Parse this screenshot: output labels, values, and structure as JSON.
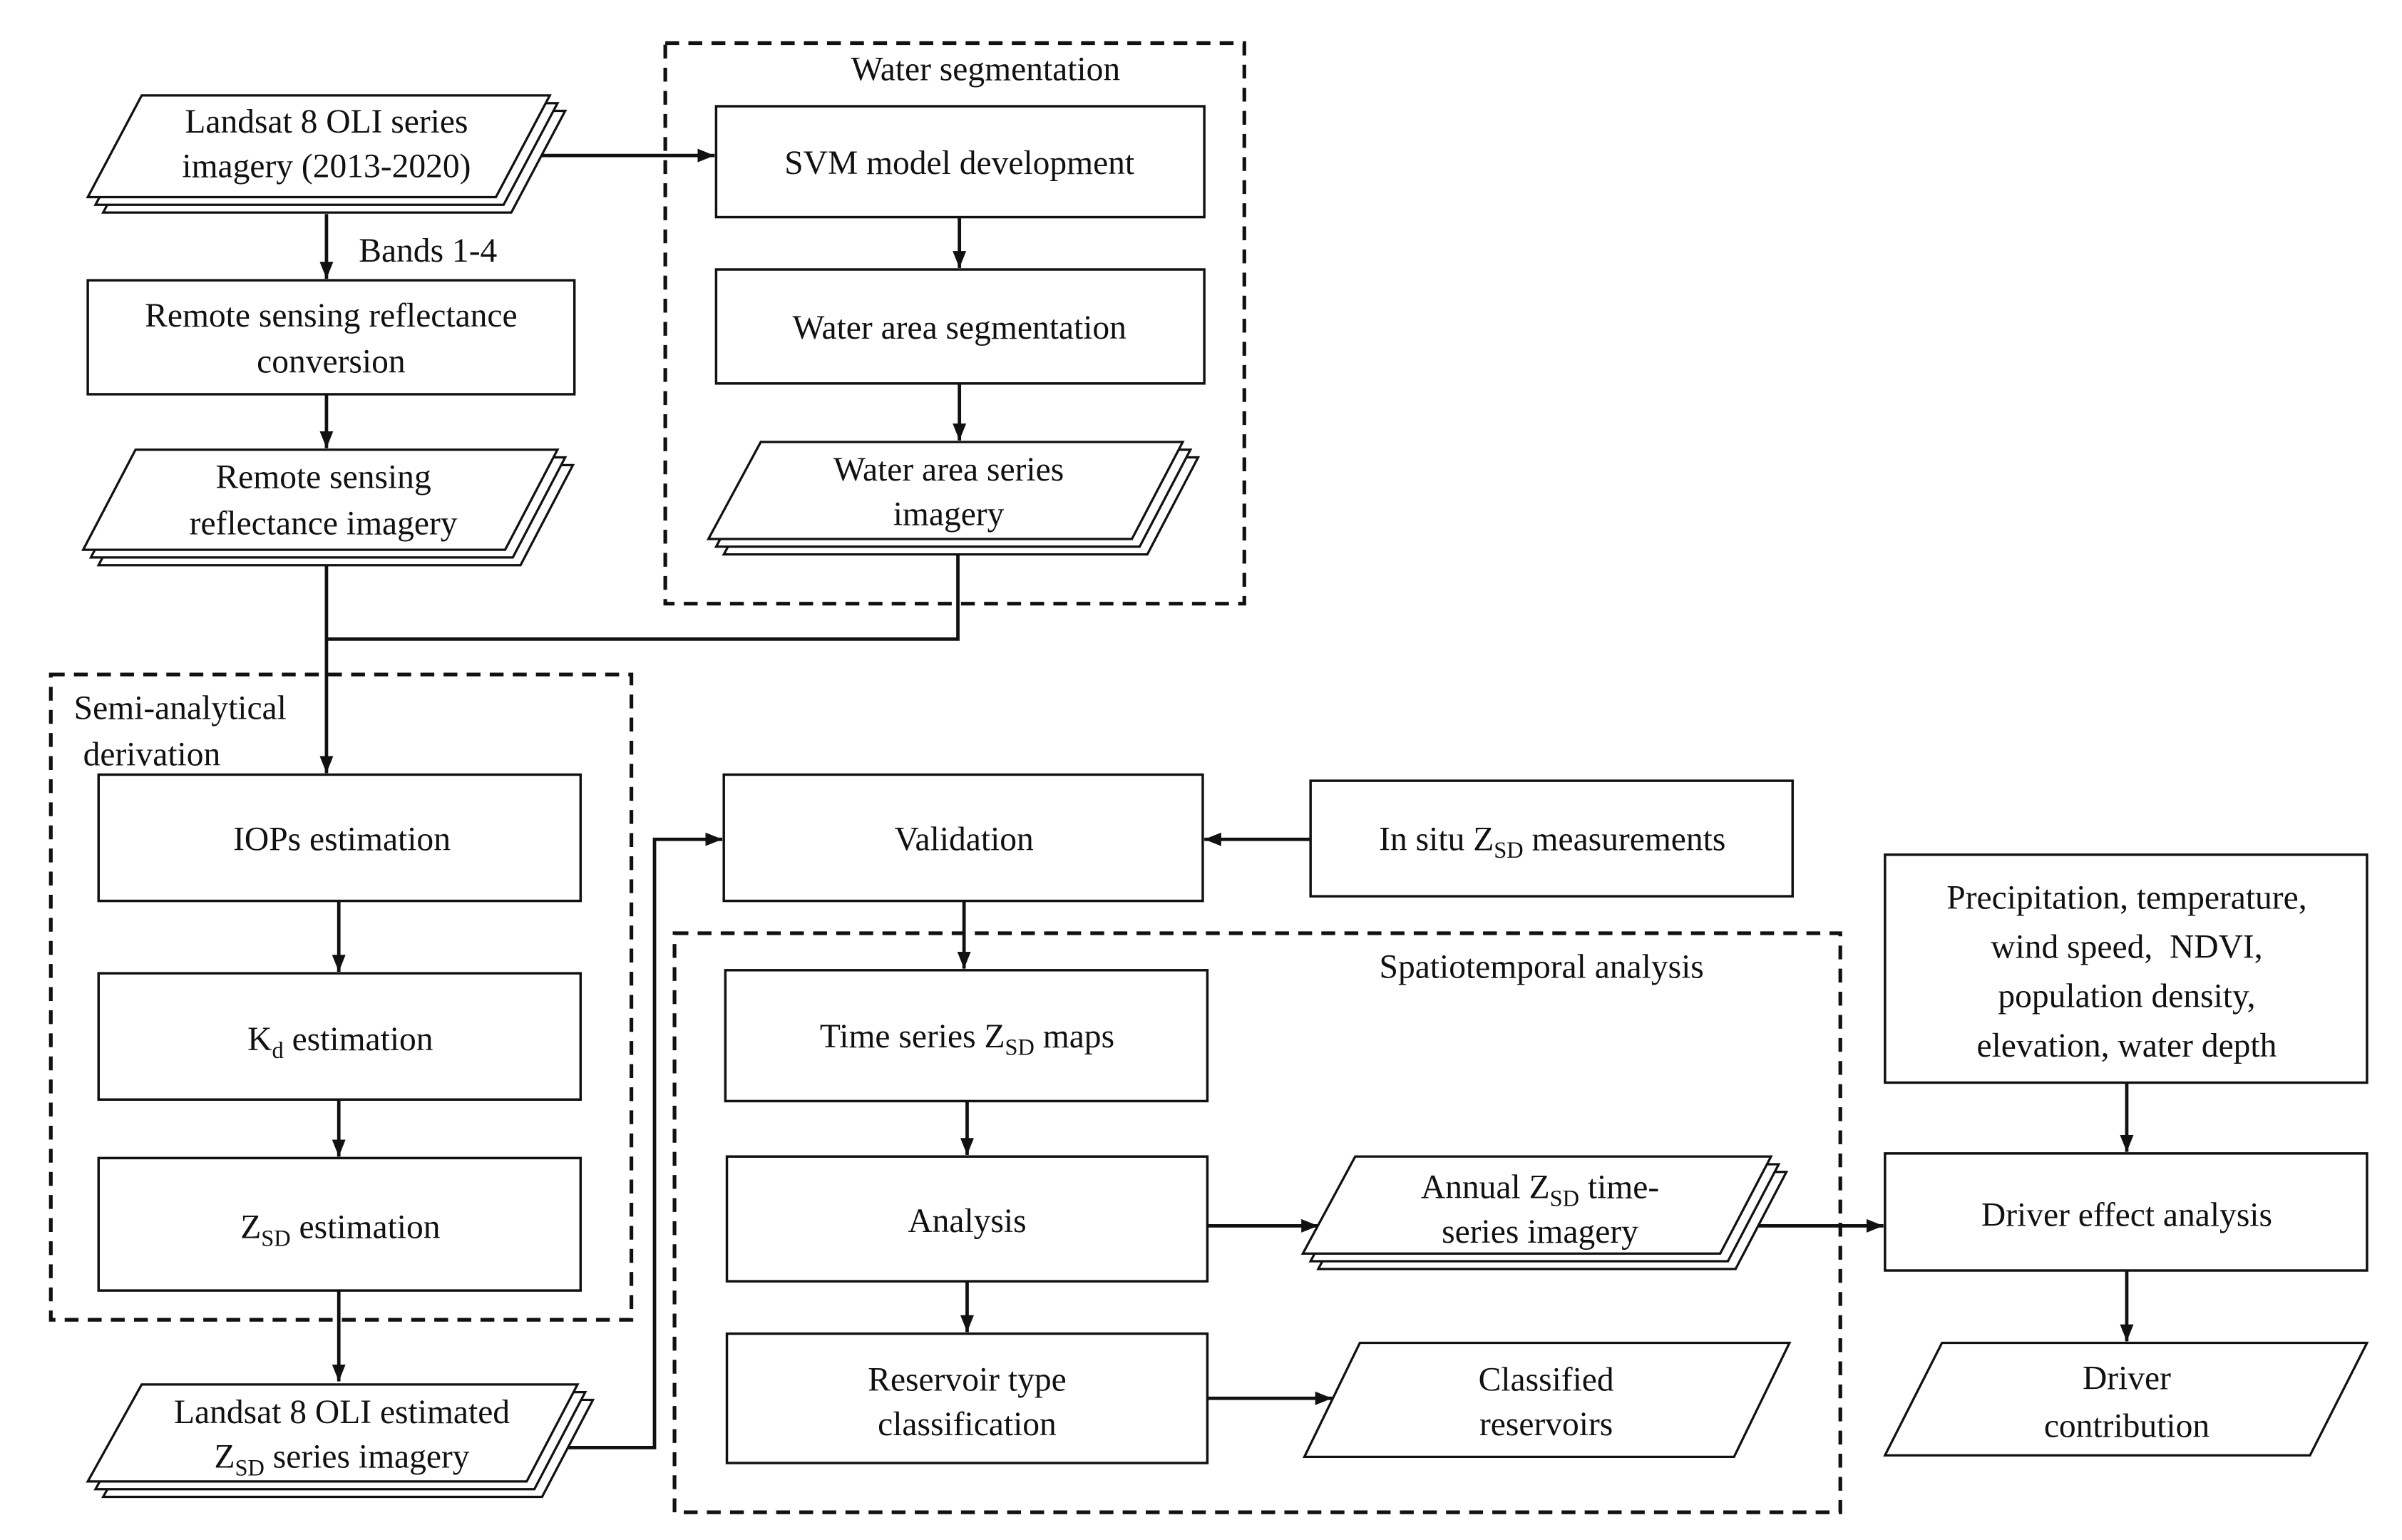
{
  "nodes": {
    "landsat_series": {
      "line1": "Landsat 8 OLI series",
      "line2": "imagery (2013-2020)"
    },
    "bands_label": "Bands 1-4",
    "rrs_conversion": {
      "line1": "Remote sensing reflectance",
      "line2": "conversion"
    },
    "rrs_imagery": {
      "line1": "Remote sensing",
      "line2": "reflectance imagery"
    },
    "svm_model": "SVM model development",
    "water_area_segmentation": "Water area segmentation",
    "water_area_imagery": {
      "line1": "Water area series",
      "line2": "imagery"
    },
    "iops_estimation": "IOPs estimation",
    "kd_estimation": {
      "symbol": "K",
      "sub": "d",
      "rest": " estimation"
    },
    "zsd_estimation": {
      "symbol": "Z",
      "sub": "SD",
      "rest": " estimation"
    },
    "landsat_estimated": {
      "line1": "Landsat 8 OLI estimated",
      "line2_symbol": "Z",
      "line2_sub": "SD",
      "line2_rest": " series imagery"
    },
    "validation": "Validation",
    "in_situ": {
      "pre": "In situ Z",
      "sub": "SD",
      "rest": " measurements"
    },
    "time_series_maps": {
      "pre": "Time series Z",
      "sub": "SD",
      "rest": " maps"
    },
    "analysis": "Analysis",
    "reservoir_type": {
      "line1": "Reservoir type",
      "line2": "classification"
    },
    "annual_imagery": {
      "line1_pre": "Annual Z",
      "line1_sub": "SD",
      "line1_rest": " time-",
      "line2": "series imagery"
    },
    "classified_reservoirs": {
      "line1": "Classified",
      "line2": "reservoirs"
    },
    "driver_factors": [
      "Precipitation, temperature,",
      "wind speed,  NDVI,",
      "population density,",
      "elevation, water depth"
    ],
    "driver_effect": "Driver effect analysis",
    "driver_contribution": {
      "line1": "Driver",
      "line2": "contribution"
    }
  },
  "groups": {
    "water_segmentation": "Water segmentation",
    "semi_analytical": {
      "line1": "Semi-analytical",
      "line2": "derivation"
    },
    "spatiotemporal": "Spatiotemporal analysis"
  }
}
